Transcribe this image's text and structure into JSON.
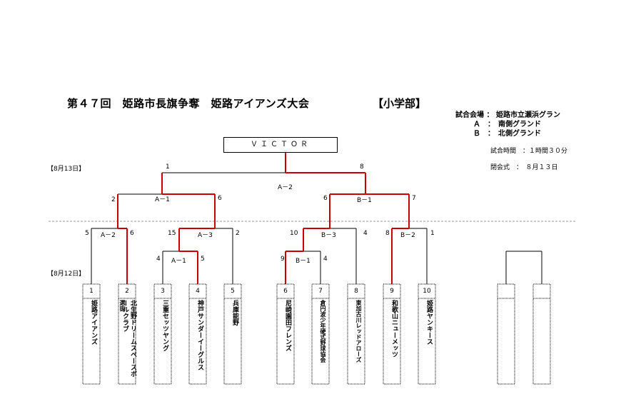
{
  "header": {
    "title": "第４７回　姫路市長旗争奪　姫路アイアンズ大会",
    "division": "【小学部】"
  },
  "venue": {
    "label": "試合会場 ： 姫路市立瀬浜グラン",
    "a": "Ａ　：　南側グランド",
    "b": "Ｂ　：　北側グランド",
    "time": "試合時間　：１時間３０分",
    "closing": "閉会式　：　８月１３日"
  },
  "dates": {
    "day13": "【8月13日】",
    "day12": "【8月12日】"
  },
  "victor": "ＶＩＣＴＯＲ",
  "scores": {
    "final_left": "1",
    "final_right": "8",
    "final_field": "A－2",
    "sf_left_l": "2",
    "sf_left_field": "A－1",
    "sf_left_r": "6",
    "sf_right_l": "6",
    "sf_right_field": "B－1",
    "sf_right_r": "7",
    "q1_l": "5",
    "q1_field": "A－2",
    "q1_r": "6",
    "q2_l": "15",
    "q2_field": "A－3",
    "q2_r": "2",
    "q3_l": "10",
    "q3_field": "B－3",
    "q3_r": "4",
    "q4_l": "8",
    "q4_field": "B－2",
    "q4_r": "1",
    "r1a_l": "4",
    "r1a_field": "A－1",
    "r1a_r": "5",
    "r1b_l": "9",
    "r1b_field": "B－1",
    "r1b_r": "4"
  },
  "teams": [
    {
      "num": "1",
      "name": "姫路アイアンズ"
    },
    {
      "num": "2",
      "name": "北生野ドリームス"
    },
    {
      "num": "3",
      "name": "三重セッツヤング"
    },
    {
      "num": "4",
      "name": "神戸サンダーイーグルス"
    },
    {
      "num": "5",
      "name": "兵庫能野"
    },
    {
      "num": "6",
      "name": "尼崎園田フレンズ"
    },
    {
      "num": "7",
      "name": "倉円波少年硬式野球協会"
    },
    {
      "num": "8",
      "name": "東加古川レッドアローズ"
    },
    {
      "num": "9",
      "name": "和歌山ニューメッツ"
    },
    {
      "num": "10",
      "name": "姫路ヤンキース"
    }
  ],
  "team2_prefix": "選抜",
  "team2_suffix": "ベースボールクラブ",
  "colors": {
    "win": "#cc0000",
    "line": "#000000",
    "divider": "#999999"
  }
}
